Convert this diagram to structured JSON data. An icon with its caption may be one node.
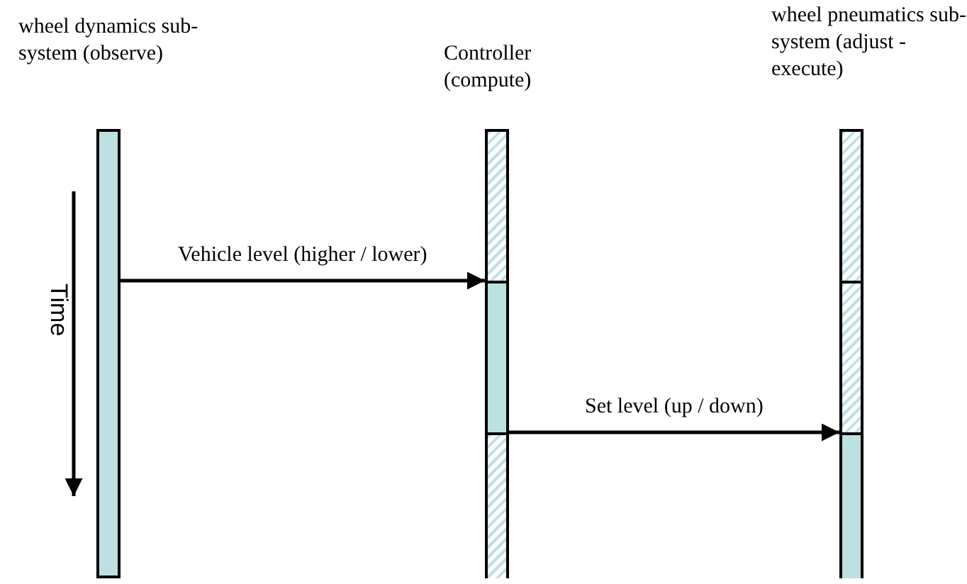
{
  "diagram": {
    "nodes": [
      {
        "text": [
          "wheel dynamics sub-system (observe)"
        ]
      },
      {
        "text": [
          "Controller (compute)"
        ]
      },
      {
        "text": [
          "wheel pneumatics sub-system (adjust - execute)"
        ]
      }
    ],
    "edges": [
      {
        "from": 0,
        "to": 1,
        "arrow": "to",
        "label": "Vehicle level (higher / lower)"
      },
      {
        "from": 1,
        "to": 2,
        "arrow": "to",
        "label": "Set level (up / down)"
      }
    ],
    "labels": [
      "Time"
    ]
  }
}
